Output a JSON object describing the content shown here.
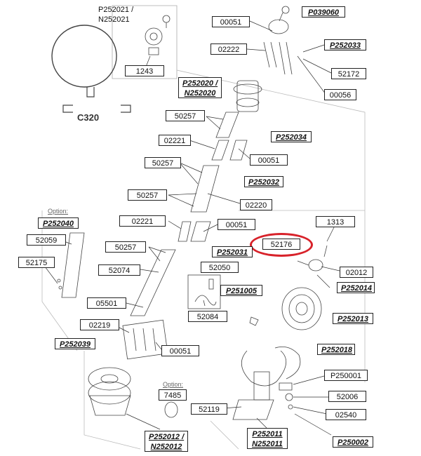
{
  "labels": {
    "p252021": "P252021 /",
    "n252021": "N252021",
    "n1243": "1243",
    "c320": "C320",
    "n00051_top": "00051",
    "p039060": "P039060",
    "n02222": "02222",
    "p252033": "P252033",
    "n52172": "52172",
    "p252020": "P252020 /",
    "n252020": "N252020",
    "n00056": "00056",
    "n50257_a": "50257",
    "n02221_a": "02221",
    "p252034": "P252034",
    "n00051_b": "00051",
    "n50257_b": "50257",
    "p252032": "P252032",
    "n50257_c": "50257",
    "n02220": "02220",
    "option_1": "Option:",
    "p252040": "P252040",
    "n02221_b": "02221",
    "n00051_c": "00051",
    "n1313": "1313",
    "n52059": "52059",
    "n52176": "52176",
    "n50257_d": "50257",
    "p252031": "P252031",
    "n52175": "52175",
    "n52074": "52074",
    "n52050": "52050",
    "n02012": "02012",
    "p252014": "P252014",
    "p251005": "P251005",
    "n05501": "05501",
    "n52084": "52084",
    "p252013": "P252013",
    "n02219": "02219",
    "p252039": "P252039",
    "n00051_d": "00051",
    "p252018": "P252018",
    "p250001": "P250001",
    "option_2": "Option:",
    "n7485": "7485",
    "n52006": "52006",
    "n52119": "52119",
    "n02540": "02540",
    "p252012": "P252012 /",
    "n252012": "N252012",
    "p252011": "P252011",
    "n252011": "N252011",
    "p250002": "P250002"
  },
  "highlight_color": "#d8222a"
}
